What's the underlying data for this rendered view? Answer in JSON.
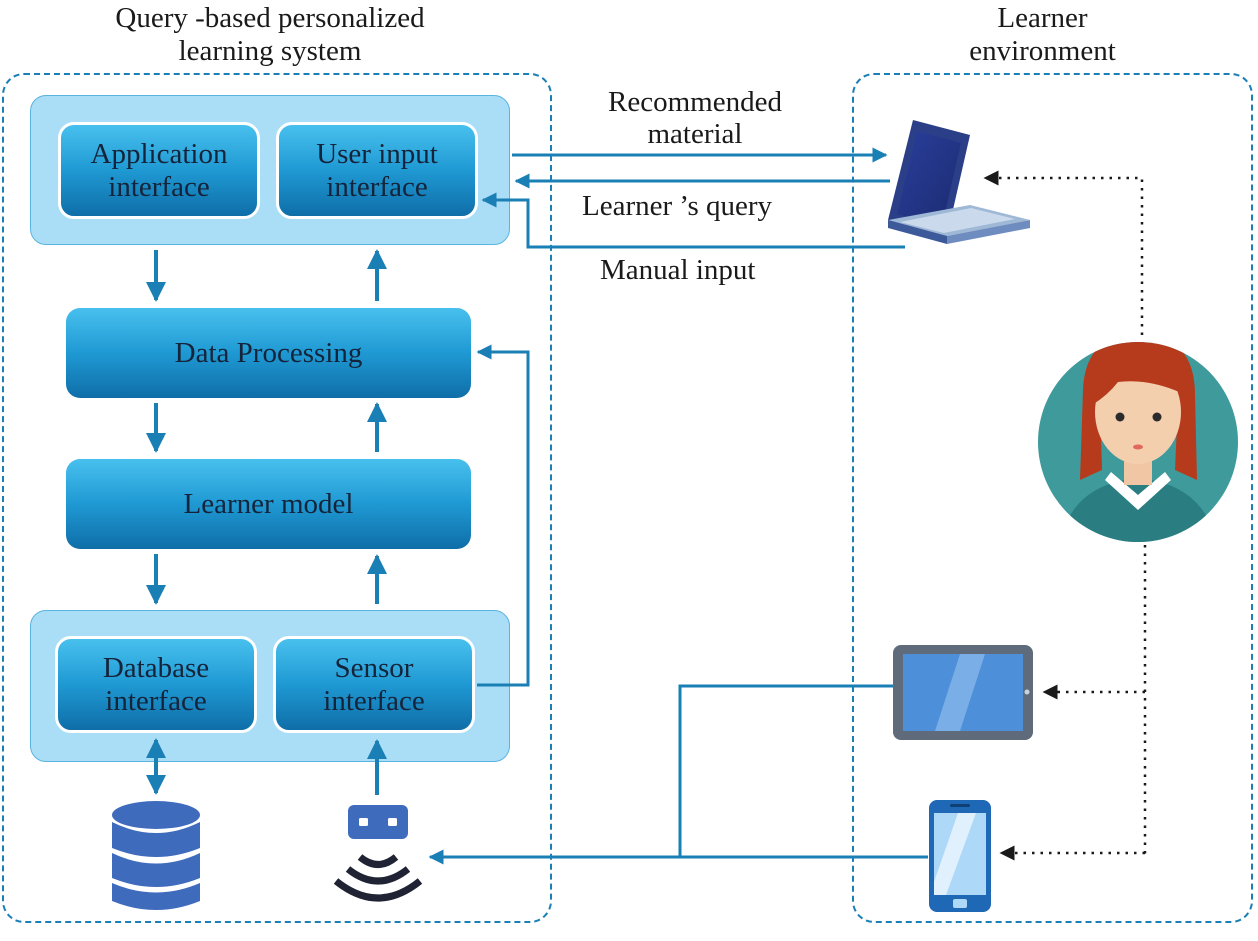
{
  "groups": {
    "system_title_line1": "Query -based personalized",
    "system_title_line2": "learning system",
    "env_title_line1": "Learner",
    "env_title_line2": "environment"
  },
  "components": {
    "application_interface": [
      "Application",
      "interface"
    ],
    "user_input_interface": [
      "User input",
      "interface"
    ],
    "data_processing": "Data Processing",
    "learner_model": "Learner model",
    "database_interface": [
      "Database",
      "interface"
    ],
    "sensor_interface": [
      "Sensor",
      "interface"
    ]
  },
  "flows": {
    "recommended_line1": "Recommended",
    "recommended_line2": "material",
    "learner_query": "Learner  ’s query",
    "manual_input": "Manual input"
  },
  "icons": [
    "laptop-icon",
    "learner-avatar-icon",
    "tablet-icon",
    "smartphone-icon",
    "database-icon",
    "sensor-icon"
  ],
  "colors": {
    "accent": "#1a7fb5",
    "panel": "#a9def6",
    "box_top": "#48c0ee",
    "box_bottom": "#0f6ea8"
  }
}
